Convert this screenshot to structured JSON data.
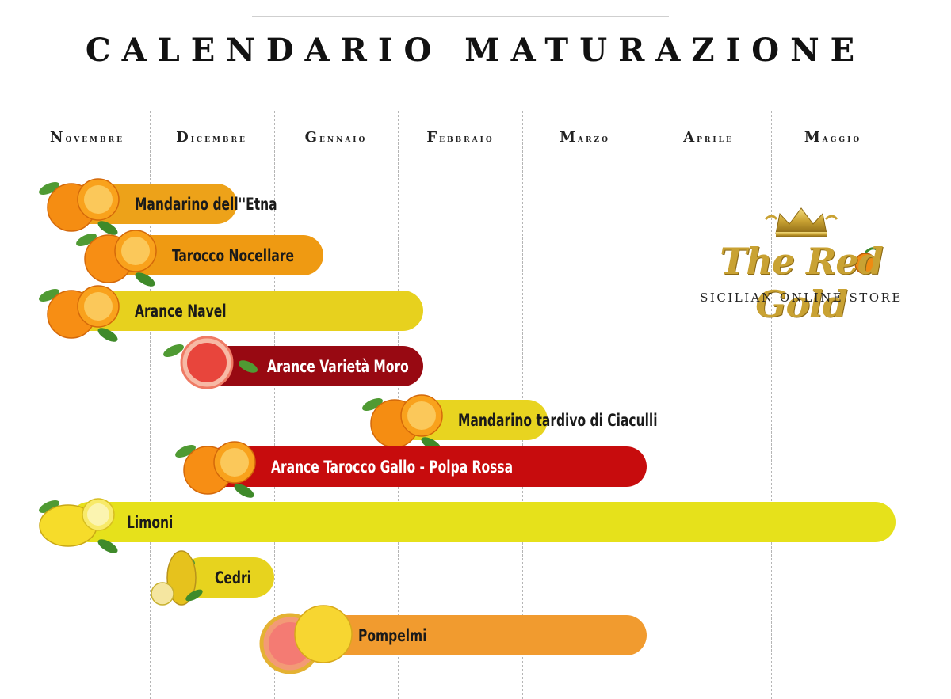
{
  "title": "CALENDARIO MATURAZIONE",
  "logo": {
    "brand": "The Red Gold",
    "tagline": "SICILIAN ONLINE STORE"
  },
  "chart_data": {
    "type": "bar",
    "orientation": "horizontal-range",
    "months": [
      "Novembre",
      "Dicembre",
      "Gennaio",
      "Febbraio",
      "Marzo",
      "Aprile",
      "Maggio"
    ],
    "series": [
      {
        "name": "Mandarino dell''Etna",
        "start": 0.0,
        "end": 1.7,
        "color": "#EDA219",
        "text_color": "#1a1a1a",
        "fruit": "mandarin"
      },
      {
        "name": "Tarocco Nocellare",
        "start": 0.3,
        "end": 2.4,
        "color": "#EF9A12",
        "text_color": "#1a1a1a",
        "fruit": "orange"
      },
      {
        "name": "Arance Navel",
        "start": 0.0,
        "end": 3.2,
        "color": "#E7D11E",
        "text_color": "#1a1a1a",
        "fruit": "orange"
      },
      {
        "name": "Arance Varietà Moro",
        "start": 1.0,
        "end": 3.2,
        "color": "#980912",
        "text_color": "#ffffff",
        "fruit": "blood-orange"
      },
      {
        "name": "Mandarino tardivo di Ciaculli",
        "start": 2.6,
        "end": 4.2,
        "color": "#E8D420",
        "text_color": "#1a1a1a",
        "fruit": "mandarin"
      },
      {
        "name": "Arance Tarocco Gallo - Polpa Rossa",
        "start": 1.1,
        "end": 5.0,
        "color": "#C70C0D",
        "text_color": "#ffffff",
        "fruit": "orange"
      },
      {
        "name": "Limoni",
        "start": 0.0,
        "end": 7.0,
        "color": "#E6E11B",
        "text_color": "#1a1a1a",
        "fruit": "lemon"
      },
      {
        "name": "Cedri",
        "start": 0.9,
        "end": 2.0,
        "color": "#E7D31E",
        "text_color": "#1a1a1a",
        "fruit": "citron"
      },
      {
        "name": "Pompelmi",
        "start": 1.8,
        "end": 5.0,
        "color": "#F19B2F",
        "text_color": "#1a1a1a",
        "fruit": "grapefruit"
      }
    ]
  }
}
